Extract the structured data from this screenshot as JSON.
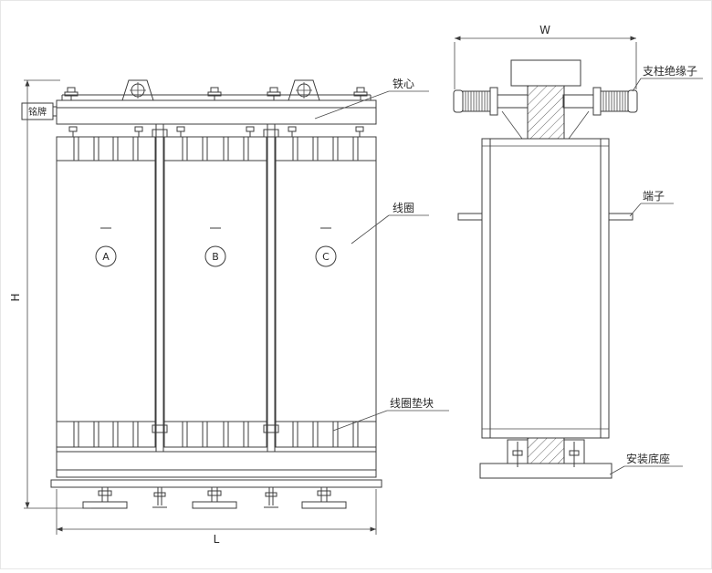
{
  "drawing": {
    "labels": {
      "nameplate": "铭牌",
      "iron_core": "铁心",
      "coil": "线圈",
      "coil_spacer": "线圈垫块",
      "post_insulator": "支柱绝缘子",
      "terminal": "端子",
      "mounting_base": "安装底座"
    },
    "dimensions": {
      "height": "H",
      "length": "L",
      "width": "W"
    },
    "phases": [
      "A",
      "B",
      "C"
    ]
  }
}
